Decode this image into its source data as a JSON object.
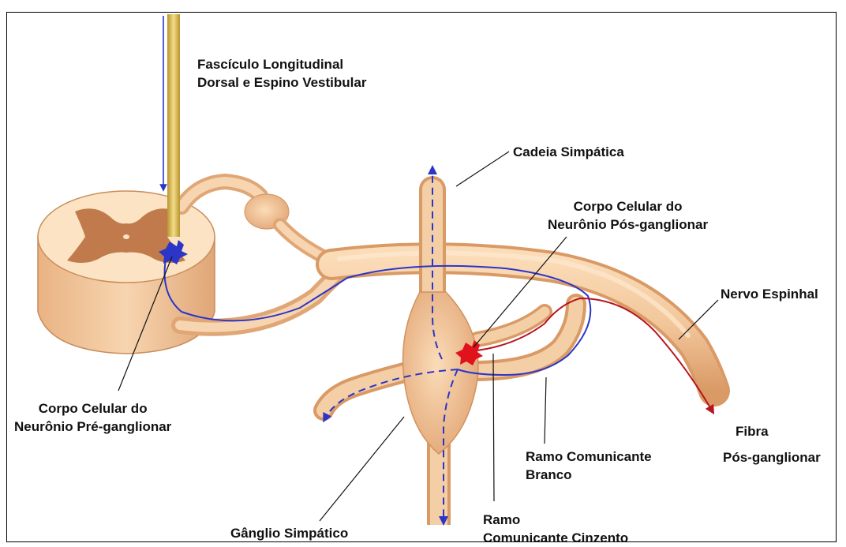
{
  "diagram": {
    "labels": {
      "fasciculo": [
        "Fascículo Longitudinal",
        "Dorsal e Espino Vestibular"
      ],
      "cadeia": [
        "Cadeia Simpática"
      ],
      "corpo_pos": [
        "Corpo Celular do",
        "Neurônio Pós-ganglionar"
      ],
      "nervo": [
        "Nervo Espinhal"
      ],
      "corpo_pre": [
        "Corpo Celular do",
        "Neurônio Pré-ganglionar"
      ],
      "fibra": [
        "Fibra",
        "Pós-ganglionar"
      ],
      "ramo_branco": [
        "Ramo Comunicante",
        "Branco"
      ],
      "ganglio": [
        "Gânglio Simpático"
      ],
      "ramo_cinzento": [
        "Ramo",
        "Comunicante Cinzento"
      ]
    },
    "colors": {
      "tissue": "#f2c69a",
      "tissue_dark": "#d99a66",
      "gray_matter": "#c07a4c",
      "preganglionic": "#2b35c8",
      "postganglionic": "#b8141e",
      "tract": "#d8b85a"
    }
  }
}
